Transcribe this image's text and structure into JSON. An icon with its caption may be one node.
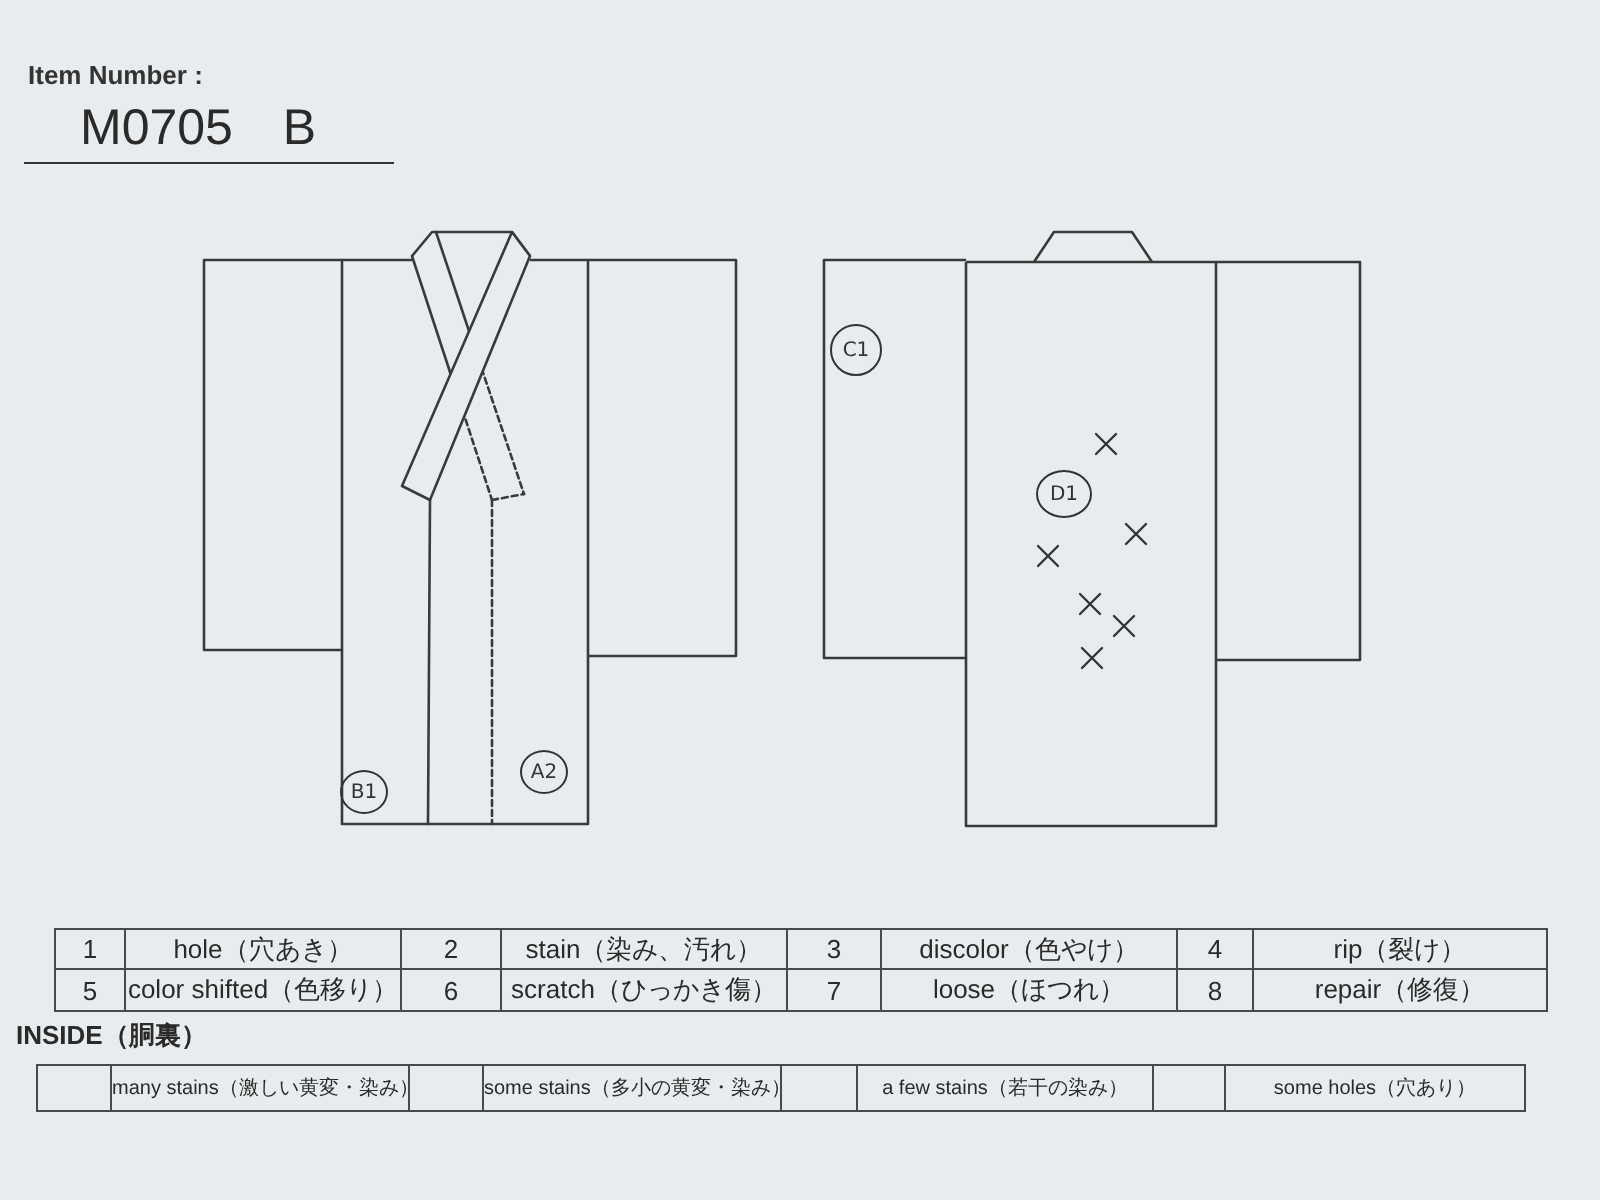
{
  "diagram": {
    "labels": [
      "Item Number :",
      "M0705 B",
      "B1",
      "A2",
      "C1",
      "D1",
      "1",
      "hole（穴あき）",
      "2",
      "stain（染み、汚れ）",
      "3",
      "discolor（色やけ）",
      "4",
      "rip（裂け）",
      "5",
      "color shifted（色移り）",
      "6",
      "scratch（ひっかき傷）",
      "7",
      "loose（ほつれ）",
      "8",
      "repair（修復）",
      "INSIDE（胴裏）",
      "many stains（激しい黄変・染み）",
      "some stains（多小の黄変・染み）",
      "a few stains（若干の染み）",
      "some holes（穴あり）"
    ]
  }
}
